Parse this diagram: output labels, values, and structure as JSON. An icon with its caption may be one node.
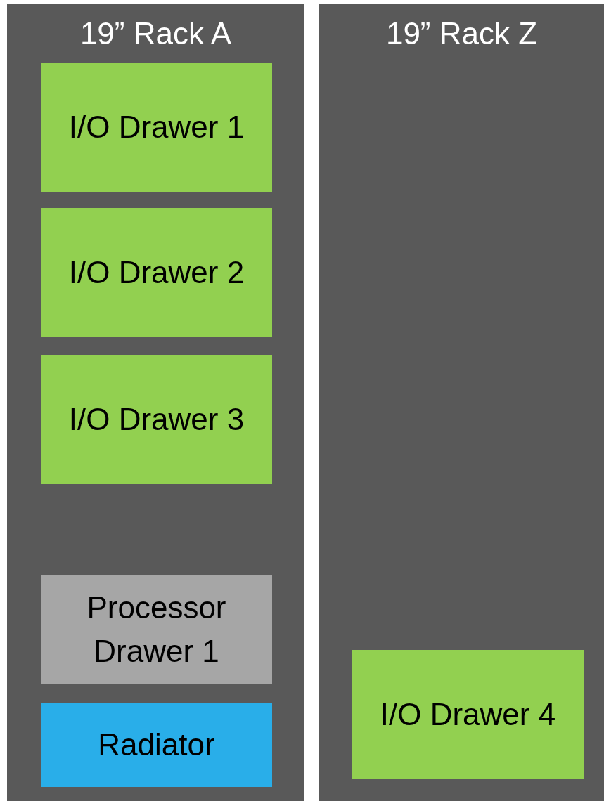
{
  "diagram": {
    "nodes": [
      {
        "text": [
          "19” Rack A"
        ]
      },
      {
        "text": [
          "I/O Drawer 1"
        ],
        "in": 0
      },
      {
        "text": [
          "I/O Drawer 2"
        ],
        "in": 0
      },
      {
        "text": [
          "I/O Drawer 3"
        ],
        "in": 0
      },
      {
        "text": [
          "Processor Drawer 1"
        ],
        "in": 0
      },
      {
        "text": [
          "Radiator"
        ],
        "in": 0
      },
      {
        "text": [
          "19” Rack Z"
        ]
      },
      {
        "text": [
          "I/O Drawer 4"
        ],
        "in": 6
      }
    ]
  }
}
